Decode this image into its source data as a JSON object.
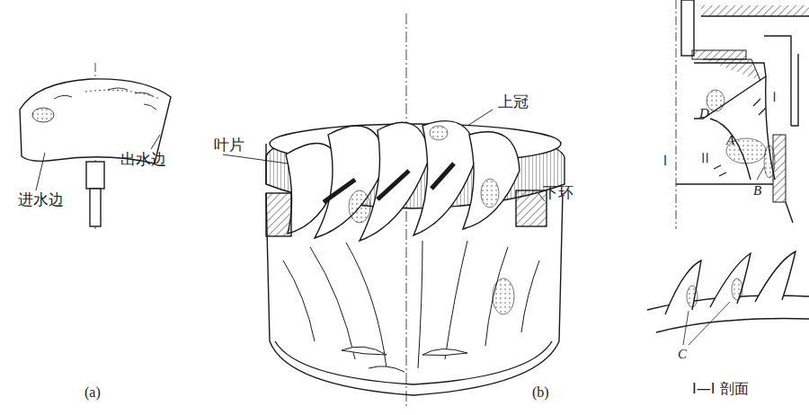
{
  "diagram": {
    "labels": [
      "进水边",
      "出水边",
      "(a)",
      "叶片",
      "上冠",
      "下环",
      "(b)",
      "D",
      "A",
      "Ⅰ",
      "Ⅱ",
      "Ⅰ",
      "B",
      "C",
      "Ⅰ—Ⅰ 剖面"
    ]
  }
}
